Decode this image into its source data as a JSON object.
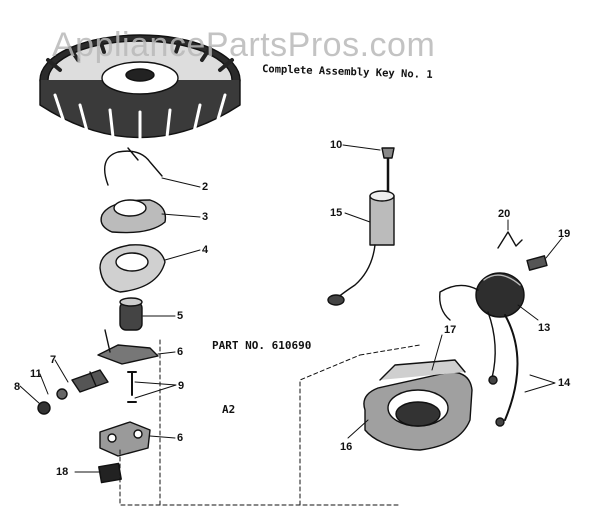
{
  "watermark": "AppliancePartsPros.com",
  "title": "Complete Assembly Key No. 1",
  "part_number": "PART NO. 610690",
  "section_label": "A2",
  "callouts": [
    "2",
    "3",
    "4",
    "5",
    "6",
    "7",
    "8",
    "9",
    "10",
    "11",
    "13",
    "14",
    "15",
    "16",
    "17",
    "18",
    "19",
    "20",
    "6"
  ],
  "colors": {
    "ink": "#111111",
    "watermark": "#b9b9b9",
    "background": "#ffffff"
  }
}
